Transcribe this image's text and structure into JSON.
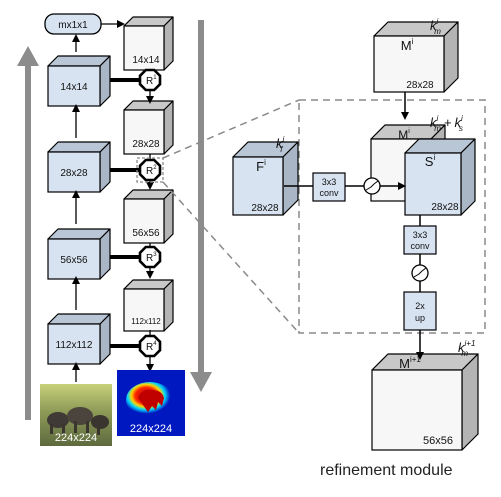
{
  "left_column": {
    "output_pill": "mx1x1",
    "encoder_labels": [
      "14x14",
      "28x28",
      "56x56",
      "112x112"
    ],
    "decoder_labels": [
      "14x14",
      "28x28",
      "56x56",
      "112x112"
    ],
    "refinement_nodes": [
      "R",
      "R",
      "R",
      "R"
    ],
    "refinement_node_superscripts": [
      "1",
      "2",
      "3",
      "4"
    ],
    "input_image_label": "224x224",
    "output_mask_label": "224x224"
  },
  "refinement_module": {
    "mask_in": {
      "symbol": "M",
      "sup": "i",
      "size": "28x28",
      "channels_base": "k",
      "channels_sup": "i",
      "channels_sub": "m"
    },
    "feature_in": {
      "symbol": "F",
      "sup": "i",
      "size": "28x28",
      "channels_base": "k",
      "channels_sup": "i",
      "channels_sub": "f"
    },
    "concat": {
      "m_symbol": "M",
      "m_sup": "i",
      "s_symbol": "S",
      "s_sup": "i",
      "size": "28x28",
      "channels_a": "k",
      "channels_a_sup": "i",
      "channels_a_sub": "m",
      "plus": "+",
      "channels_b": "k",
      "channels_b_sup": "i",
      "channels_b_sub": "s"
    },
    "conv_f_line1": "3x3",
    "conv_f_line2": "conv",
    "conv_m_line1": "3x3",
    "conv_m_line2": "conv",
    "up_line1": "2x",
    "up_line2": "up",
    "mask_out": {
      "symbol": "M",
      "sup": "i+1",
      "size": "56x56",
      "channels_base": "k",
      "channels_sup": "i+1",
      "channels_sub": "m"
    }
  },
  "caption": "refinement module",
  "colors": {
    "blue_face": "#d7e3f1",
    "blue_top": "#b8c6d6",
    "blue_side": "#a9b6c6",
    "white_face": "#f7f7f7",
    "white_top": "#c8c8c8",
    "white_side": "#b4b4b4",
    "gray_arrow": "#8c8c8c",
    "dash": "#8a8a8a"
  }
}
